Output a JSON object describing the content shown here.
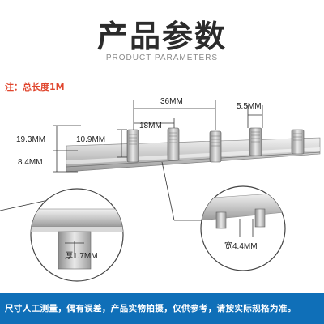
{
  "header": {
    "title": "产品参数",
    "subtitle": "PRODUCT PARAMETERS"
  },
  "note": "注：总长度1M",
  "dimensions": {
    "pitch": "36MM",
    "tooth_width": "5.5MM",
    "spacing": "18MM",
    "total_height": "19.3MM",
    "tooth_height": "10.9MM",
    "body_height": "8.4MM",
    "thickness": "厚1.7MM",
    "width": "宽4.4MM"
  },
  "footer": {
    "disclaimer": "尺寸人工测量，偶有误差，产品实物拍摄，仅供参考，请按实际规格为准。"
  },
  "colors": {
    "accent_note": "#e0462e",
    "footer_bg": "#0f6fb8"
  }
}
